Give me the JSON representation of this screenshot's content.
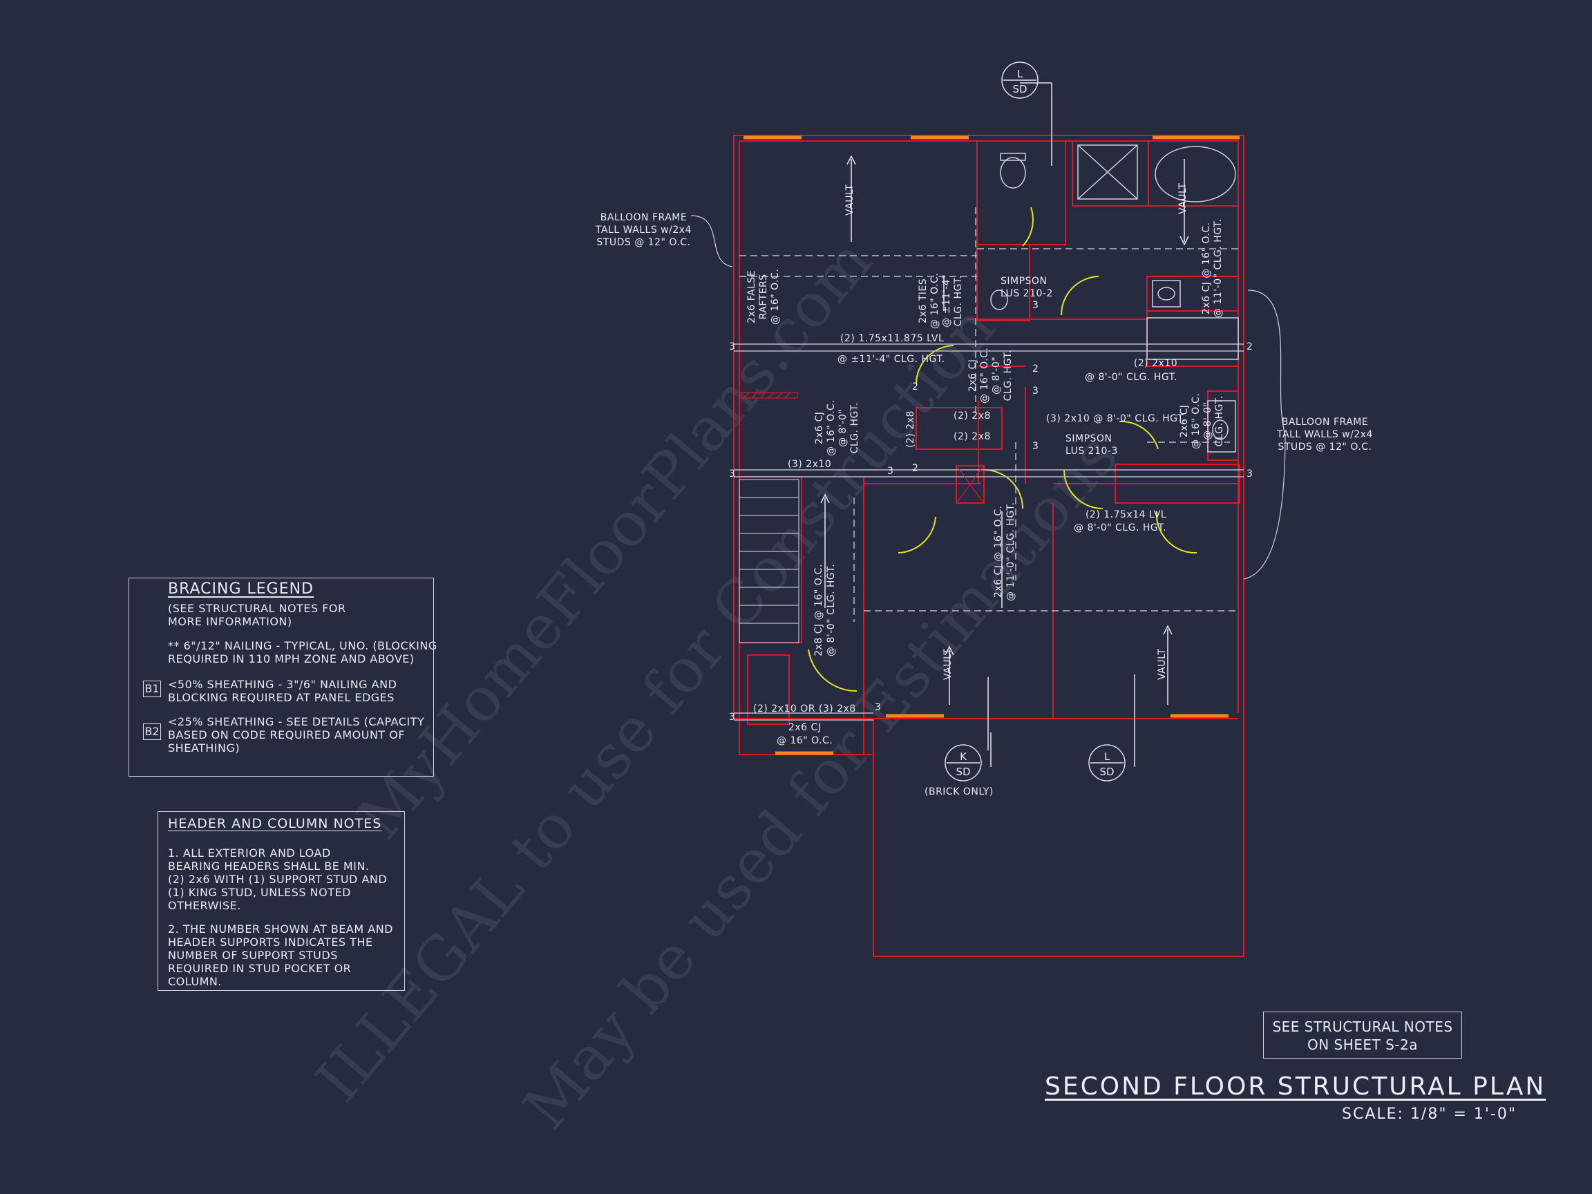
{
  "bracing_legend": {
    "title": "BRACING LEGEND",
    "subtitle": "(SEE STRUCTURAL NOTES FOR\nMORE INFORMATION)",
    "items": [
      {
        "tag": "",
        "text": "** 6\"/12\" NAILING - TYPICAL, UNO. (BLOCKING\nREQUIRED IN 110 MPH ZONE AND ABOVE)"
      },
      {
        "tag": "B1",
        "text": "<50% SHEATHING - 3\"/6\" NAILING AND\nBLOCKING REQUIRED AT PANEL EDGES"
      },
      {
        "tag": "B2",
        "text": "<25% SHEATHING - SEE DETAILS (CAPACITY\nBASED ON CODE REQUIRED AMOUNT OF\nSHEATHING)"
      }
    ]
  },
  "header_notes": {
    "title": "HEADER AND COLUMN NOTES",
    "items": [
      "1. ALL EXTERIOR AND LOAD\nBEARING HEADERS SHALL BE MIN.\n(2) 2x6 WITH (1) SUPPORT STUD AND\n(1) KING STUD, UNLESS NOTED\nOTHERWISE.",
      "2. THE NUMBER SHOWN AT BEAM AND\nHEADER SUPPORTS INDICATES THE\nNUMBER OF SUPPORT STUDS\nREQUIRED IN STUD POCKET OR\nCOLUMN."
    ]
  },
  "structural_note": "SEE STRUCTURAL NOTES\nON SHEET S-2a",
  "title": "SECOND FLOOR STRUCTURAL PLAN",
  "scale": "SCALE: 1/8\" = 1'-0\"",
  "watermark": {
    "line1": "MyHomeFloorPlans.com",
    "line2": "ILLEGAL to use for Construction",
    "line3": "May be used for Estimations"
  },
  "callouts": {
    "balloon_left": "BALLOON FRAME\nTALL WALLS w/2x4\nSTUDS @ 12\" O.C.",
    "balloon_right": "BALLOON FRAME\nTALL WALLS w/2x4\nSTUDS @ 12\" O.C.",
    "simpson_1": "SIMPSON\nLUS 210-2",
    "simpson_2": "SIMPSON\nLUS 210-3",
    "brick_only": "(BRICK ONLY)"
  },
  "section_markers": [
    {
      "top": "L",
      "bottom": "SD"
    },
    {
      "top": "K",
      "bottom": "SD"
    },
    {
      "top": "L",
      "bottom": "SD"
    }
  ],
  "labels": {
    "vault_1": "VAULT",
    "vault_2": "VAULT",
    "vault_3": "VAULT",
    "vault_4": "VAULT",
    "false_rafters": "2x6 FALSE\nRAFTERS\n@ 16\" O.C.",
    "ties": "2x6 TIES\n@ 16\" O.C.\n@ ±11'-4\"\nCLG. HGT.",
    "lvl_top": "(2) 1.75x11.875 LVL",
    "lvl_top_hgt": "@ ±11'-4\" CLG. HGT.",
    "cj_mid": "2x6 CJ\n@ 16\" O.C.\n@ 8'-0\"\nCLG. HGT.",
    "cj_hall": "2x6 CJ\n@ 16\" O.C.\n@ 8'-0\"\nCLG. HGT.",
    "cj_right_top": "2x6 CJ @ 16\" O.C.\n@ 11'-0\" CLG. HGT.",
    "cj_right_mid": "2x6 CJ\n@ 16\" O.C.\n@ 8'-0\"\nCLG. HGT.",
    "hdr_2x10_top": "(2) 2x10\n@ 8'-0\" CLG. HGT.",
    "hdr_3_2x10": "(3) 2x10 @ 8'-0\" CLG. HGT.",
    "hdr_2x8_a": "(2) 2x8",
    "hdr_2x8_b": "(2) 2x8",
    "hdr_2x8_c": "(2) 2x8",
    "hdr_3_2x10_mid": "(3) 2x10",
    "cj_center": "2x6 CJ @ 16\" O.C.\n@ 11'-0\" CLG. HGT.",
    "lvl_mid": "(2) 1.75x14 LVL\n@ 8'-0\" CLG. HGT.",
    "cj_stair": "2x8 CJ @ 16\" O.C.\n@ 8'-0\" CLG. HGT.",
    "hdr_bottom": "(2) 2x10 OR (3) 2x8",
    "cj_bottom": "2x6 CJ\n@ 16\" O.C.",
    "n3a": "3",
    "n3b": "3",
    "n3c": "3",
    "n3d": "3",
    "n3e": "3",
    "n3f": "3",
    "n3g": "3",
    "n2a": "2",
    "n2b": "2",
    "n2c": "2",
    "n2d": "2",
    "n3h": "3",
    "n3i": "3"
  },
  "colors": {
    "background": "#262b3f",
    "walls": "#d8192b",
    "text": "#e8e8ee",
    "windows": "#f08a1e",
    "doors": "#e6e21e",
    "beams": "#b9bcc8"
  }
}
